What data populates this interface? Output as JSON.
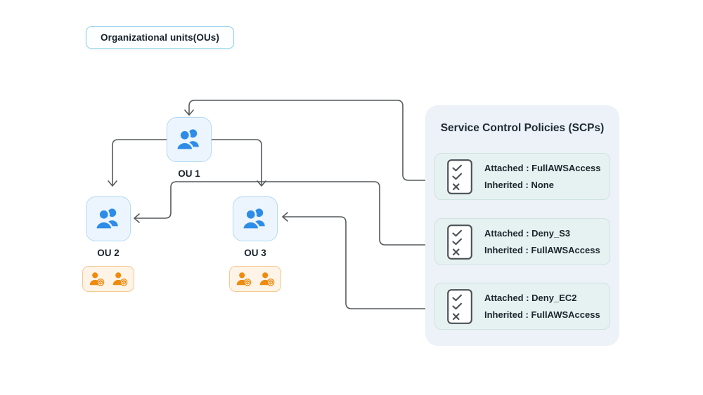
{
  "legend_box": {
    "label": "Organizational units(OUs)"
  },
  "tree": {
    "nodes": [
      {
        "id": "ou-1",
        "label": "OU 1",
        "icon": "users-group-icon"
      },
      {
        "id": "ou-2",
        "label": "OU 2",
        "icon": "users-group-icon",
        "account_count": 2
      },
      {
        "id": "ou-3",
        "label": "OU 3",
        "icon": "users-group-icon",
        "account_count": 2
      }
    ]
  },
  "scp_panel": {
    "title": "Service Control Policies (SCPs)",
    "cards": [
      {
        "icon": "policy-checklist-icon",
        "attached": "Attached : FullAWSAccess",
        "inherited": "Inherited : None",
        "target": "OU 1"
      },
      {
        "icon": "policy-checklist-icon",
        "attached": "Attached : Deny_S3",
        "inherited": "Inherited : FullAWSAccess",
        "target": "OU 2"
      },
      {
        "icon": "policy-checklist-icon",
        "attached": "Attached : Deny_EC2",
        "inherited": "Inherited : FullAWSAccess",
        "target": "OU 3"
      }
    ]
  },
  "icons": {
    "ou": "users-group-icon",
    "account": "user-with-cube-icon",
    "policy": "policy-checklist-icon"
  },
  "colors": {
    "ou_icon_blue": "#2d8ce7",
    "ou_border": "#b5d9f3",
    "ou_bg": "#ecf5fd",
    "account_orange": "#ee8b0e",
    "account_border": "#f4c88e",
    "account_bg": "#fdf4e7",
    "panel_bg": "#ecf2f7",
    "card_bg": "#e6f2f1",
    "card_border": "#cfe3e2",
    "legend_border": "#8ed1e9",
    "connector_gray": "#55595c",
    "text_dark": "#17222c"
  }
}
